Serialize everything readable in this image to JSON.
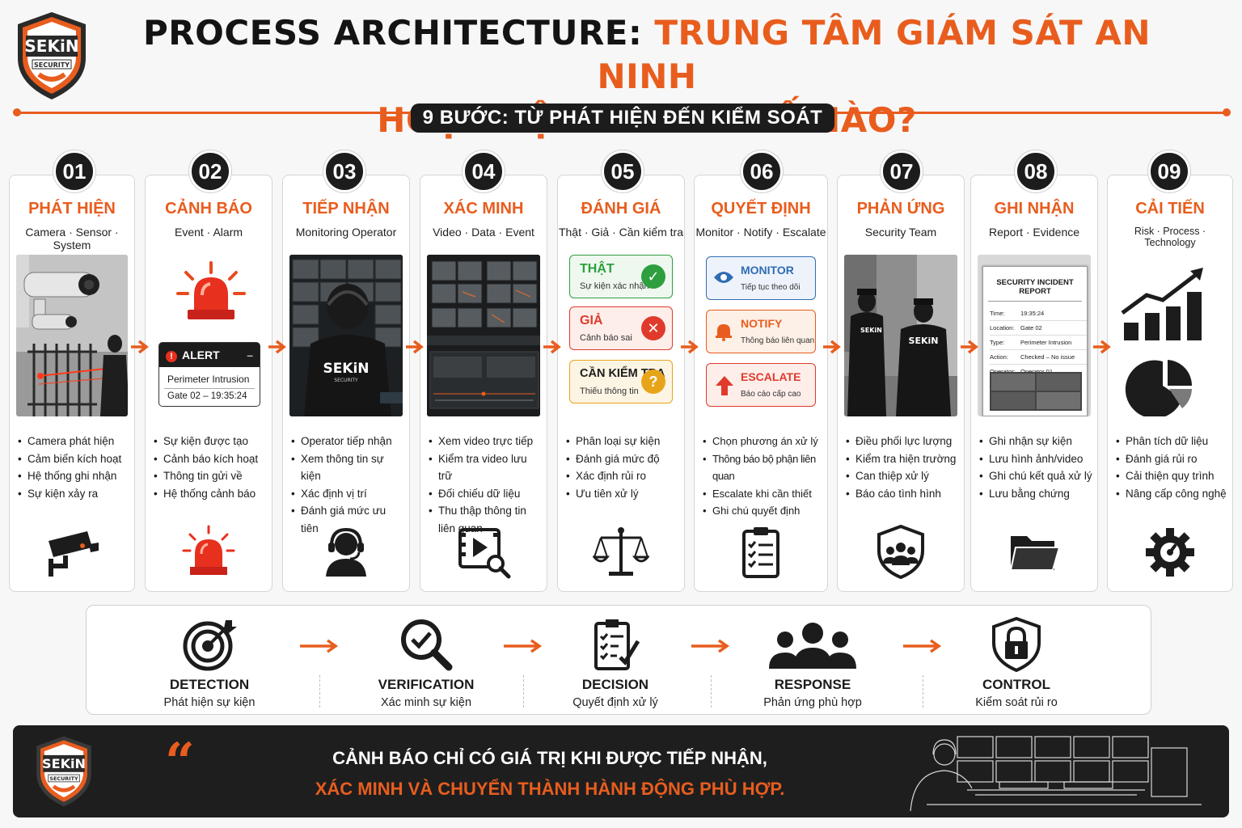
{
  "brand": {
    "name": "SEKiN",
    "tagline": "SECURITY"
  },
  "header": {
    "title_prefix": "PROCESS ARCHITECTURE:",
    "title_highlight_1": "TRUNG TÂM GIÁM SÁT AN NINH",
    "title_highlight_2": "HOẠT ĐỘNG NHƯ THẾ NÀO?",
    "subtitle": "9 BƯỚC: TỪ PHÁT HIỆN ĐẾN KIỂM SOÁT"
  },
  "colors": {
    "accent": "#e85d1e",
    "dark": "#1c1c1c",
    "true_green": "#2e9e3f",
    "false_red": "#e03a2c",
    "check_yellow": "#e8a419",
    "monitor_blue": "#2f6db3"
  },
  "steps": [
    {
      "num": "01",
      "title": "PHÁT HIỆN",
      "sub": "Camera · Sensor · System",
      "bullets": [
        "Camera phát hiện",
        "Cảm biến kích hoạt",
        "Hệ thống ghi nhận",
        "Sự kiện xảy ra"
      ],
      "icon": "cctv-camera-icon"
    },
    {
      "num": "02",
      "title": "CẢNH BÁO",
      "sub": "Event · Alarm",
      "bullets": [
        "Sự kiện được tạo",
        "Cảnh báo kích hoạt",
        "Thông tin gửi về",
        "Hệ thống cảnh báo"
      ],
      "icon": "siren-icon",
      "alert": {
        "label": "ALERT",
        "event": "Perimeter Intrusion",
        "detail": "Gate 02 – 19:35:24"
      }
    },
    {
      "num": "03",
      "title": "TIẾP NHẬN",
      "sub": "Monitoring Operator",
      "bullets": [
        "Operator tiếp nhận",
        "Xem thông tin sự kiện",
        "Xác định vị trí",
        "Đánh giá mức ưu tiên"
      ],
      "icon": "operator-headset-icon"
    },
    {
      "num": "04",
      "title": "XÁC MINH",
      "sub": "Video · Data · Event",
      "bullets": [
        "Xem video trực tiếp",
        "Kiểm tra video lưu trữ",
        "Đối chiếu dữ liệu",
        "Thu thập thông tin",
        "liên quan"
      ],
      "icon": "video-search-icon"
    },
    {
      "num": "05",
      "title": "ĐÁNH GIÁ",
      "sub": "Thật · Giả · Cần kiểm tra",
      "bullets": [
        "Phân loại sự kiện",
        "Đánh giá mức độ",
        "Xác định rủi ro",
        "Ưu tiên xử lý"
      ],
      "icon": "balance-scale-icon",
      "statuses": [
        {
          "label": "THẬT",
          "desc": "Sự kiện xác nhận"
        },
        {
          "label": "GIẢ",
          "desc": "Cảnh báo sai"
        },
        {
          "label": "CẦN KIỂM TRA",
          "desc": "Thiếu thông tin"
        }
      ]
    },
    {
      "num": "06",
      "title": "QUYẾT ĐỊNH",
      "sub": "Monitor · Notify · Escalate",
      "bullets": [
        "Chọn phương án xử lý",
        "Thông báo bộ phận liên quan",
        "Escalate khi cần thiết",
        "Ghi chú quyết định"
      ],
      "icon": "clipboard-checklist-icon",
      "options": [
        {
          "label": "MONITOR",
          "desc": "Tiếp tục theo dõi"
        },
        {
          "label": "NOTIFY",
          "desc": "Thông báo liên quan"
        },
        {
          "label": "ESCALATE",
          "desc": "Báo cáo cấp cao"
        }
      ]
    },
    {
      "num": "07",
      "title": "PHẢN ỨNG",
      "sub": "Security Team",
      "bullets": [
        "Điều phối lực lượng",
        "Kiểm tra hiện trường",
        "Can thiệp xử lý",
        "Báo cáo tình hình"
      ],
      "icon": "shield-team-icon"
    },
    {
      "num": "08",
      "title": "GHI NHẬN",
      "sub": "Report · Evidence",
      "bullets": [
        "Ghi nhận sự kiện",
        "Lưu hình ảnh/video",
        "Ghi chú kết quả xử lý",
        "Lưu bằng chứng"
      ],
      "icon": "folder-icon",
      "report": {
        "title": "SECURITY INCIDENT REPORT",
        "rows": [
          {
            "k": "Time:",
            "v": "19:35:24"
          },
          {
            "k": "Location:",
            "v": "Gate 02"
          },
          {
            "k": "Type:",
            "v": "Perimeter Intrusion"
          },
          {
            "k": "Action:",
            "v": "Checked – No issue"
          },
          {
            "k": "Operator:",
            "v": "Operator 01"
          }
        ]
      }
    },
    {
      "num": "09",
      "title": "CẢI TIẾN",
      "sub": "Risk · Process · Technology",
      "bullets": [
        "Phân tích dữ liệu",
        "Đánh giá rủi ro",
        "Cải thiện quy trình",
        "Nâng cấp công nghệ"
      ],
      "icon": "gear-icon"
    }
  ],
  "flow": [
    {
      "label": "DETECTION",
      "sub": "Phát hiện sự kiện",
      "icon": "target-icon"
    },
    {
      "label": "VERIFICATION",
      "sub": "Xác minh sự kiện",
      "icon": "magnifier-check-icon"
    },
    {
      "label": "DECISION",
      "sub": "Quyết định xử lý",
      "icon": "checklist-icon"
    },
    {
      "label": "RESPONSE",
      "sub": "Phản ứng phù hợp",
      "icon": "team-icon"
    },
    {
      "label": "CONTROL",
      "sub": "Kiểm soát rủi ro",
      "icon": "lock-shield-icon"
    }
  ],
  "banner": {
    "quote_mark": "“",
    "line1": "CẢNH BÁO CHỈ CÓ GIÁ TRỊ KHI ĐƯỢC TIẾP NHẬN,",
    "line2": "XÁC MINH VÀ CHUYỂN THÀNH HÀNH ĐỘNG PHÙ HỢP."
  }
}
